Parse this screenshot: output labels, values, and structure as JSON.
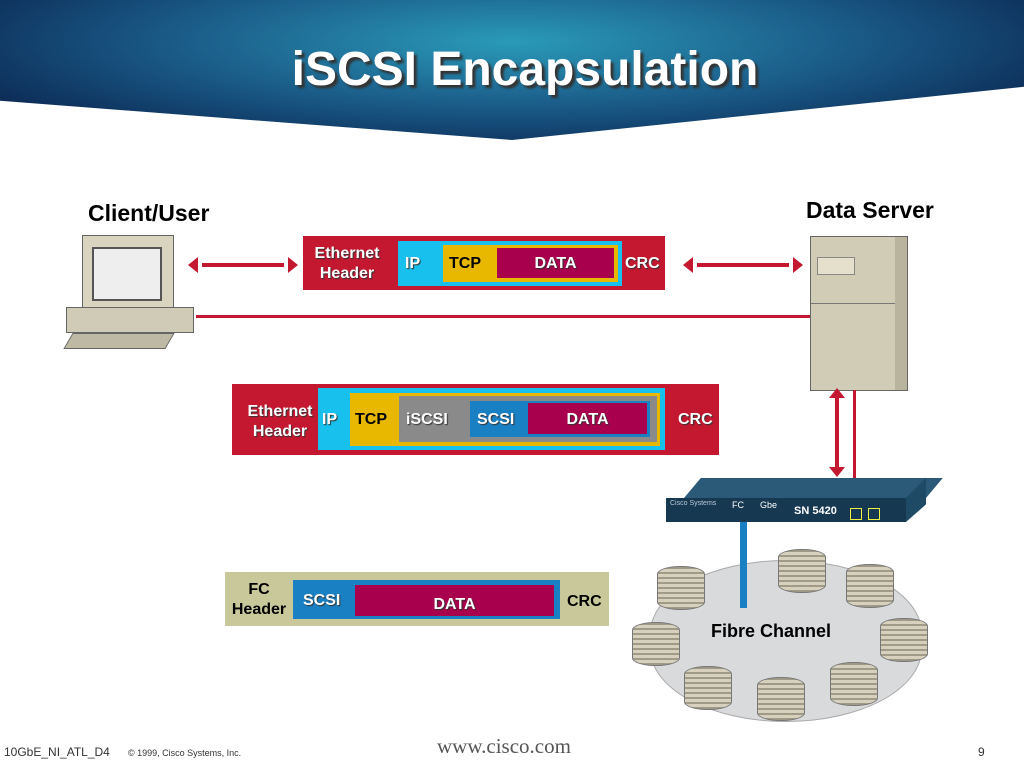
{
  "title": "iSCSI Encapsulation",
  "client_label": "Client/User",
  "server_label": "Data Server",
  "packet_top": {
    "eth1": "Ethernet",
    "eth2": "Header",
    "ip": "IP",
    "tcp": "TCP",
    "data": "DATA",
    "crc": "CRC"
  },
  "packet_mid": {
    "eth1": "Ethernet",
    "eth2": "Header",
    "ip": "IP",
    "tcp": "TCP",
    "iscsi": "iSCSI",
    "scsi": "SCSI",
    "data": "DATA",
    "crc": "CRC"
  },
  "packet_fc": {
    "fc1": "FC",
    "fc2": "Header",
    "scsi": "SCSI",
    "data": "DATA",
    "crc": "CRC"
  },
  "router": {
    "brand": "Cisco Systems",
    "fc": "FC",
    "gbe": "Gbe",
    "model": "SN 5420"
  },
  "san_label": "Fibre Channel",
  "footer": {
    "code": "10GbE_NI_ATL_D4",
    "copyright": "© 1999, Cisco Systems, Inc.",
    "url": "www.cisco.com",
    "page": "9"
  }
}
